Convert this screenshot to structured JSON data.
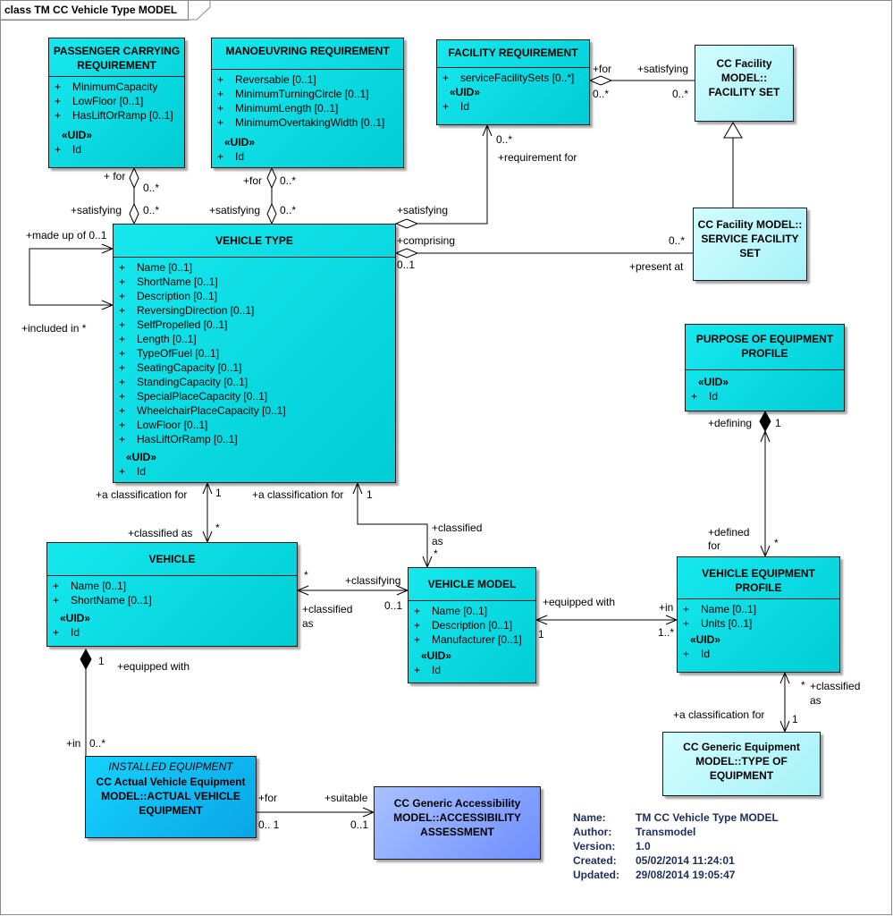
{
  "frame_title": "class TM CC Vehicle Type  MODEL",
  "classes": {
    "passenger": {
      "name": "PASSENGER CARRYING REQUIREMENT",
      "attrs": [
        "MinimumCapacity",
        "LowFloor [0..1]",
        "HasLiftOrRamp [0..1]"
      ],
      "uid_label": "«UID»",
      "uid_attr": "Id"
    },
    "manoeuvring": {
      "name": "MANOEUVRING REQUIREMENT",
      "attrs": [
        "Reversable [0..1]",
        "MinimumTurningCircle [0..1]",
        "MinimumLength [0..1]",
        "MinimumOvertakingWidth [0..1]"
      ],
      "uid_label": "«UID»",
      "uid_attr": "Id"
    },
    "facility_req": {
      "name": "FACILITY REQUIREMENT",
      "attrs": [
        "serviceFacilitySets [0..*]"
      ],
      "uid_label": "«UID»",
      "uid_attr": "Id"
    },
    "facility_set": {
      "name": "CC Facility MODEL:: FACILITY SET"
    },
    "service_facility_set": {
      "name": "CC Facility MODEL:: SERVICE FACILITY SET"
    },
    "vehicle_type": {
      "name": "VEHICLE TYPE",
      "attrs": [
        "Name [0..1]",
        "ShortName [0..1]",
        "Description [0..1]",
        "ReversingDirection [0..1]",
        "SelfPropelled [0..1]",
        "Length [0..1]",
        "TypeOfFuel [0..1]",
        "SeatingCapacity [0..1]",
        "StandingCapacity [0..1]",
        "SpecialPlaceCapacity [0..1]",
        "WheelchairPlaceCapacity [0..1]",
        "LowFloor [0..1]",
        "HasLiftOrRamp [0..1]"
      ],
      "uid_label": "«UID»",
      "uid_attr": "Id"
    },
    "purpose": {
      "name": "PURPOSE OF EQUIPMENT PROFILE",
      "uid_label": "«UID»",
      "uid_attr": "Id"
    },
    "vehicle": {
      "name": "VEHICLE",
      "attrs": [
        "Name [0..1]",
        "ShortName [0..1]"
      ],
      "uid_label": "«UID»",
      "uid_attr": "Id"
    },
    "vehicle_model": {
      "name": "VEHICLE MODEL",
      "attrs": [
        "Name [0..1]",
        "Description [0..1]",
        "Manufacturer [0..1]"
      ],
      "uid_label": "«UID»",
      "uid_attr": "Id"
    },
    "equip_profile": {
      "name": "VEHICLE EQUIPMENT PROFILE",
      "attrs": [
        "Name [0..1]",
        "Units [0..1]"
      ],
      "uid_label": "«UID»",
      "uid_attr": "Id"
    },
    "generic_equipment": {
      "name": "CC Generic Equipment MODEL::TYPE OF EQUIPMENT"
    },
    "installed": {
      "stereotype": "INSTALLED EQUIPMENT",
      "name": "CC Actual Vehicle Equipment MODEL::ACTUAL VEHICLE EQUIPMENT"
    },
    "accessibility": {
      "name": "CC Generic Accessibility MODEL::ACCESSIBILITY ASSESSMENT"
    }
  },
  "labels": {
    "l_for_pass": "+ for",
    "l_0star_pass_top": "0..*",
    "l_sat_pass": "+satisfying",
    "l_0star_pass_bot": "0..*",
    "l_for_man": "+for",
    "l_0star_man_top": "0..*",
    "l_sat_man": "+satisfying",
    "l_0star_man_bot": "0..*",
    "l_for_fac": "+for",
    "l_sat_fac": "+satisfying",
    "l_0star_fac_l": "0..*",
    "l_0star_fac_r": "0..*",
    "l_0star_req": "0..*",
    "l_reqfor": "+requirement for",
    "l_sat_vt": "+satisfying",
    "l_comprising": "+comprising",
    "l_01_comp": "0..1",
    "l_0star_sfs": "0..*",
    "l_presentat": "+present at",
    "l_madeup": "+made up of 0..1",
    "l_includedin": "+included in *",
    "l_aclass1": "+a classification for",
    "l_1a": "1",
    "l_classas1": "+classified as",
    "l_star1": "*",
    "l_aclass2": "+a classification for",
    "l_1b": "1",
    "l_classified_a": "+classified",
    "l_classified_b": "as",
    "l_star2": "*",
    "l_defining": "+defining",
    "l_1c": "1",
    "l_defined_a": "+defined",
    "l_defined_b": "for",
    "l_star3": "*",
    "l_star4": "*",
    "l_classifying": "+classifying",
    "l_classified2_a": "+classified",
    "l_classified2_b": "as",
    "l_01_vm": "0..1",
    "l_equipped1": "+equipped with",
    "l_in1": "+in",
    "l_1d": "1",
    "l_1star": "1..*",
    "l_1e": "1",
    "l_equipped2": "+equipped with",
    "l_in2": "+in",
    "l_0star_inst": "0..*",
    "l_star5": "*",
    "l_classified3_a": "+classified",
    "l_classified3_b": "as",
    "l_aclass3": "+a classification for",
    "l_1f": "1",
    "l_for_inst": "+for",
    "l_01_inst": "0.. 1",
    "l_suitable": "+suitable",
    "l_01_acc": "0..1"
  },
  "metadata": [
    {
      "key": "Name:",
      "value": "TM CC Vehicle Type  MODEL"
    },
    {
      "key": "Author:",
      "value": "Transmodel"
    },
    {
      "key": "Version:",
      "value": "1.0"
    },
    {
      "key": "Created:",
      "value": "05/02/2014 11:24:01"
    },
    {
      "key": "Updated:",
      "value": "29/08/2014 19:05:47"
    }
  ],
  "colors": {
    "class_fill": "#00d8e0",
    "light_fill": "#bff8fc",
    "installed_fill": "#10b8f0",
    "accessibility_fill": "#8aa8ff",
    "line": "#000000"
  }
}
